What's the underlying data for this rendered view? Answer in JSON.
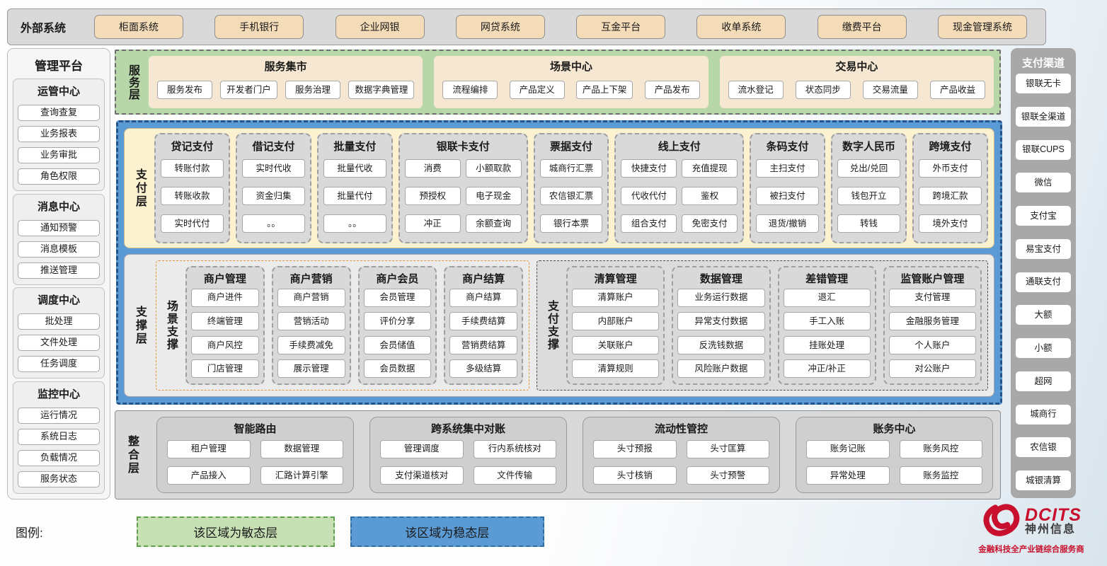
{
  "external": {
    "title": "外部系统",
    "items": [
      "柜面系统",
      "手机银行",
      "企业网银",
      "网贷系统",
      "互金平台",
      "收单系统",
      "缴费平台",
      "现金管理系统"
    ]
  },
  "management": {
    "title": "管理平台",
    "groups": [
      {
        "title": "运管中心",
        "items": [
          "查询查复",
          "业务报表",
          "业务审批",
          "角色权限"
        ]
      },
      {
        "title": "消息中心",
        "items": [
          "通知预警",
          "消息模板",
          "推送管理"
        ]
      },
      {
        "title": "调度中心",
        "items": [
          "批处理",
          "文件处理",
          "任务调度"
        ]
      },
      {
        "title": "监控中心",
        "items": [
          "运行情况",
          "系统日志",
          "负载情况",
          "服务状态"
        ]
      }
    ]
  },
  "service_layer": {
    "label": "服务层",
    "groups": [
      {
        "title": "服务集市",
        "items": [
          "服务发布",
          "开发者门户",
          "服务治理",
          "数据字典管理"
        ]
      },
      {
        "title": "场景中心",
        "items": [
          "流程编排",
          "产品定义",
          "产品上下架",
          "产品发布"
        ]
      },
      {
        "title": "交易中心",
        "items": [
          "流水登记",
          "状态同步",
          "交易流量",
          "产品收益"
        ]
      }
    ]
  },
  "payment_layer": {
    "label": "支付层",
    "columns": [
      {
        "title": "贷记支付",
        "cols": 1,
        "items": [
          "转账付款",
          "转账收款",
          "实时代付"
        ]
      },
      {
        "title": "借记支付",
        "cols": 1,
        "items": [
          "实时代收",
          "资金归集",
          "。。"
        ]
      },
      {
        "title": "批量支付",
        "cols": 1,
        "items": [
          "批量代收",
          "批量代付",
          "。。"
        ]
      },
      {
        "title": "银联卡支付",
        "cols": 2,
        "items": [
          "消费",
          "小额取款",
          "预授权",
          "电子现金",
          "冲正",
          "余额查询"
        ]
      },
      {
        "title": "票据支付",
        "cols": 1,
        "items": [
          "城商行汇票",
          "农信银汇票",
          "银行本票"
        ]
      },
      {
        "title": "线上支付",
        "cols": 2,
        "items": [
          "快捷支付",
          "充值提现",
          "代收代付",
          "鉴权",
          "组合支付",
          "免密支付"
        ]
      },
      {
        "title": "条码支付",
        "cols": 1,
        "items": [
          "主扫支付",
          "被扫支付",
          "退货/撤销"
        ]
      },
      {
        "title": "数字人民币",
        "cols": 1,
        "items": [
          "兑出/兑回",
          "钱包开立",
          "转钱"
        ]
      },
      {
        "title": "跨境支付",
        "cols": 1,
        "items": [
          "外币支付",
          "跨境汇款",
          "境外支付"
        ]
      }
    ]
  },
  "support_layer": {
    "label": "支撑层",
    "groups": [
      {
        "label": "场景支撑",
        "columns": [
          {
            "title": "商户管理",
            "items": [
              "商户进件",
              "终端管理",
              "商户风控",
              "门店管理"
            ]
          },
          {
            "title": "商户营销",
            "items": [
              "商户营销",
              "营销活动",
              "手续费减免",
              "展示管理"
            ]
          },
          {
            "title": "商户会员",
            "items": [
              "会员管理",
              "评价分享",
              "会员储值",
              "会员数据"
            ]
          },
          {
            "title": "商户结算",
            "items": [
              "商户结算",
              "手续费结算",
              "营销费结算",
              "多级结算"
            ]
          }
        ]
      },
      {
        "label": "支付支撑",
        "columns": [
          {
            "title": "清算管理",
            "items": [
              "清算账户",
              "内部账户",
              "关联账户",
              "清算规则"
            ]
          },
          {
            "title": "数据管理",
            "items": [
              "业务运行数据",
              "异常支付数据",
              "反洗钱数据",
              "风险账户数据"
            ]
          },
          {
            "title": "差错管理",
            "items": [
              "退汇",
              "手工入账",
              "挂账处理",
              "冲正/补正"
            ]
          },
          {
            "title": "监管账户管理",
            "items": [
              "支付管理",
              "金融服务管理",
              "个人账户",
              "对公账户"
            ]
          }
        ]
      }
    ]
  },
  "integration_layer": {
    "label": "整合层",
    "groups": [
      {
        "title": "智能路由",
        "items": [
          "租户管理",
          "数据管理",
          "产品接入",
          "汇路计算引擎"
        ]
      },
      {
        "title": "跨系统集中对账",
        "items": [
          "管理调度",
          "行内系统核对",
          "支付渠道核对",
          "文件传输"
        ]
      },
      {
        "title": "流动性管控",
        "items": [
          "头寸预报",
          "头寸匡算",
          "头寸核销",
          "头寸预警"
        ]
      },
      {
        "title": "账务中心",
        "items": [
          "账务记账",
          "账务风控",
          "异常处理",
          "账务监控"
        ]
      }
    ]
  },
  "channels": {
    "title": "支付渠道",
    "items": [
      "银联无卡",
      "银联全渠道",
      "银联CUPS",
      "微信",
      "支付宝",
      "易宝支付",
      "通联支付",
      "大额",
      "小额",
      "超网",
      "城商行",
      "农信银",
      "城银清算"
    ]
  },
  "legend": {
    "label": "图例:",
    "agile": "该区域为敏态层",
    "stable": "该区域为稳态层"
  },
  "logo": {
    "brand": "DCITS",
    "company": "神州信息",
    "tagline": "金融科技全产业链综合服务商"
  },
  "colors": {
    "agile_green": "#b7d7a8",
    "stable_blue": "#5b9bd5",
    "payment_cream": "#fdf2cf",
    "external_tan": "#f5dcb9",
    "panel_gray": "#d9d9d9",
    "channel_gray": "#a8a8a8",
    "scene_support_border": "#e0973f",
    "brand_red": "#c8102e"
  }
}
